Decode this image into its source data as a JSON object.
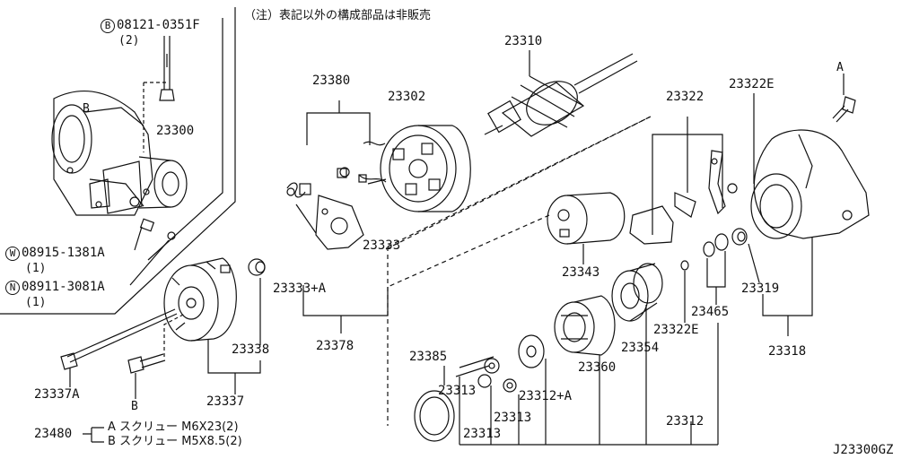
{
  "note": "（注）表記以外の構成部品は非販売",
  "drawing_code": "J23300GZ",
  "hardware": [
    {
      "id": "bolt-b",
      "badge": "B",
      "part_no": "08121-0351F",
      "qty": "(2)"
    },
    {
      "id": "washer-w",
      "badge": "W",
      "part_no": "08915-1381A",
      "qty": "(1)"
    },
    {
      "id": "nut-n",
      "badge": "N",
      "part_no": "08911-3081A",
      "qty": "(1)"
    }
  ],
  "parts": {
    "p23300": "23300",
    "p23310": "23310",
    "p23380": "23380",
    "p23302": "23302",
    "p23322": "23322",
    "p23322e_top": "23322E",
    "p23333": "23333",
    "p23333a": "23333+A",
    "p23378": "23378",
    "p23343": "23343",
    "p23319": "23319",
    "p23465": "23465",
    "p23322e_bottom": "23322E",
    "p23354": "23354",
    "p23360": "23360",
    "p23318": "23318",
    "p23385": "23385",
    "p23313_a": "23313",
    "p23312a": "23312+A",
    "p23313_b": "23313",
    "p23313_c": "23313",
    "p23312": "23312",
    "p23338": "23338",
    "p23337": "23337",
    "p23337a": "23337A"
  },
  "screw_kit": {
    "part_no": "23480",
    "items": [
      {
        "letter": "A",
        "desc": "スクリュー M6X23(2)"
      },
      {
        "letter": "B",
        "desc": "スクリュー M5X8.5(2)"
      }
    ]
  },
  "callouts": {
    "a": "A",
    "b": "B",
    "b_small": "B"
  }
}
